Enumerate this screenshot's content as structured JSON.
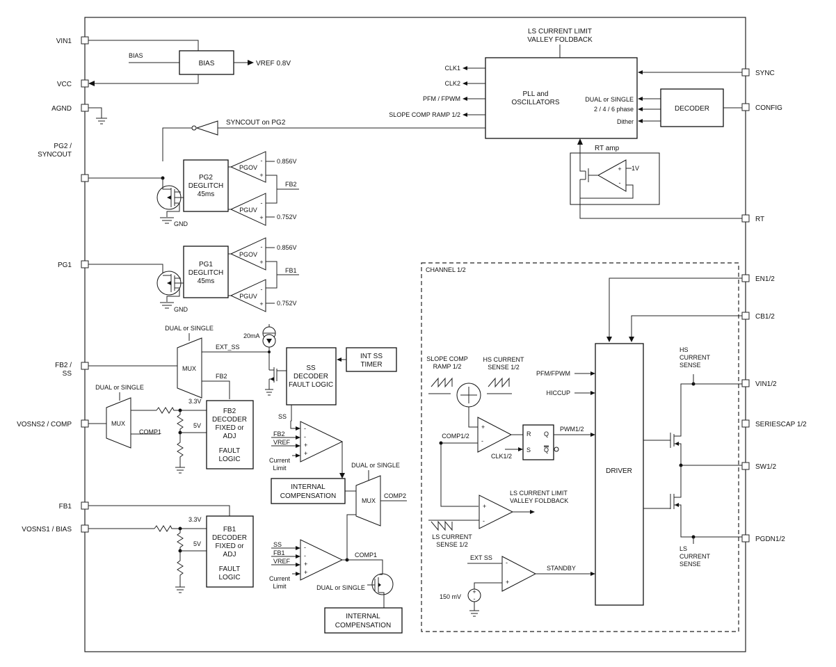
{
  "pins_left": {
    "vin1": "VIN1",
    "vcc": "VCC",
    "agnd": "AGND",
    "pg2_a": "PG2 /",
    "pg2_b": "SYNCOUT",
    "pg1": "PG1",
    "fb2_a": "FB2 /",
    "fb2_b": "SS",
    "vosns2": "VOSNS2 / COMP",
    "fb1": "FB1",
    "vosns1": "VOSNS1 / BIAS"
  },
  "pins_right": {
    "sync": "SYNC",
    "config": "CONFIG",
    "rt": "RT",
    "en": "EN1/2",
    "cb": "CB1/2",
    "vin12": "VIN1/2",
    "seriescap": "SERIESCAP 1/2",
    "sw": "SW1/2",
    "pgnd": "PGDN1/2"
  },
  "bias": {
    "block": "BIAS",
    "input": "BIAS",
    "vref": "VREF 0.8V"
  },
  "pll": {
    "top_label_1": "LS CURRENT LIMIT",
    "top_label_2": "VALLEY FOLDBACK",
    "title_1": "PLL and",
    "title_2": "OSCILLATORS",
    "out_clk1": "CLK1",
    "out_clk2": "CLK2",
    "out_pfm": "PFM / FPWM",
    "out_slope": "SLOPE COMP RAMP 1/2",
    "in_dual": "DUAL or SINGLE",
    "in_phase": "2 / 4 / 6 phase",
    "in_dither": "Dither",
    "decoder": "DECODER",
    "syncout": "SYNCOUT on PG2",
    "rt_amp": "RT amp",
    "rt_1v": "1V"
  },
  "pg2": {
    "block_1": "PG2",
    "block_2": "DEGLITCH",
    "block_3": "45ms",
    "ov": "PGOV",
    "uv": "PGUV",
    "v_hi": "0.856V",
    "v_lo": "0.752V",
    "fb": "FB2",
    "gnd": "GND"
  },
  "pg1": {
    "block_1": "PG1",
    "block_2": "DEGLITCH",
    "block_3": "45ms",
    "ov": "PGOV",
    "uv": "PGUV",
    "v_hi": "0.856V",
    "v_lo": "0.752V",
    "fb": "FB1",
    "gnd": "GND"
  },
  "ss": {
    "dual_label": "DUAL or SINGLE",
    "mux": "MUX",
    "ext_ss": "EXT_SS",
    "fb2": "FB2",
    "current": "20mA",
    "block_1": "SS",
    "block_2": "DECODER",
    "block_3": "FAULT LOGIC",
    "timer_1": "INT SS",
    "timer_2": "TIMER",
    "ss_label": "SS"
  },
  "ch2": {
    "dual_label": "DUAL or SINGLE",
    "mux": "MUX",
    "comp1": "COMP1",
    "v33": "3.3V",
    "v5": "5V",
    "block_1": "FB2",
    "block_2": "DECODER",
    "block_3": "FIXED or",
    "block_4": "ADJ",
    "block_5": "FAULT",
    "block_6": "LOGIC",
    "amp_fb2": "FB2",
    "amp_vref": "VREF",
    "cl_1": "Current",
    "cl_2": "Limit",
    "comp_1": "INTERNAL",
    "comp_2": "COMPENSATION",
    "mux2_label": "DUAL or SINGLE",
    "mux2": "MUX",
    "comp2": "COMP2"
  },
  "ch1": {
    "v33": "3.3V",
    "v5": "5V",
    "block_1": "FB1",
    "block_2": "DECODER",
    "block_3": "FIXED or",
    "block_4": "ADJ",
    "block_5": "FAULT",
    "block_6": "LOGIC",
    "amp_ss": "SS",
    "amp_fb1": "FB1",
    "amp_vref": "VREF",
    "cl_1": "Current",
    "cl_2": "Limit",
    "comp1": "COMP1",
    "dual_label": "DUAL or SINGLE",
    "comp_1": "INTERNAL",
    "comp_2": "COMPENSATION"
  },
  "channel": {
    "title": "CHANNEL 1/2",
    "slope_1": "SLOPE COMP",
    "slope_2": "RAMP 1/2",
    "hs_1": "HS CURRENT",
    "hs_2": "SENSE 1/2",
    "comp": "COMP1/2",
    "clk": "CLK1/2",
    "r": "R",
    "s": "S",
    "q": "Q",
    "qbar": "Q",
    "pwm": "PWM1/2",
    "pfm": "PFM/FPWM",
    "hiccup": "HICCUP",
    "driver": "DRIVER",
    "hs_sense_1": "HS",
    "hs_sense_2": "CURRENT",
    "hs_sense_3": "SENSE",
    "ls_sense_1": "LS",
    "ls_sense_2": "CURRENT",
    "ls_sense_3": "SENSE",
    "lscl_1": "LS CURRENT LIMIT",
    "lscl_2": "VALLEY FOLDBACK",
    "lss_1": "LS CURRENT",
    "lss_2": "SENSE 1/2",
    "ext_ss": "EXT SS",
    "standby": "STANDBY",
    "mv": "150 mV"
  }
}
